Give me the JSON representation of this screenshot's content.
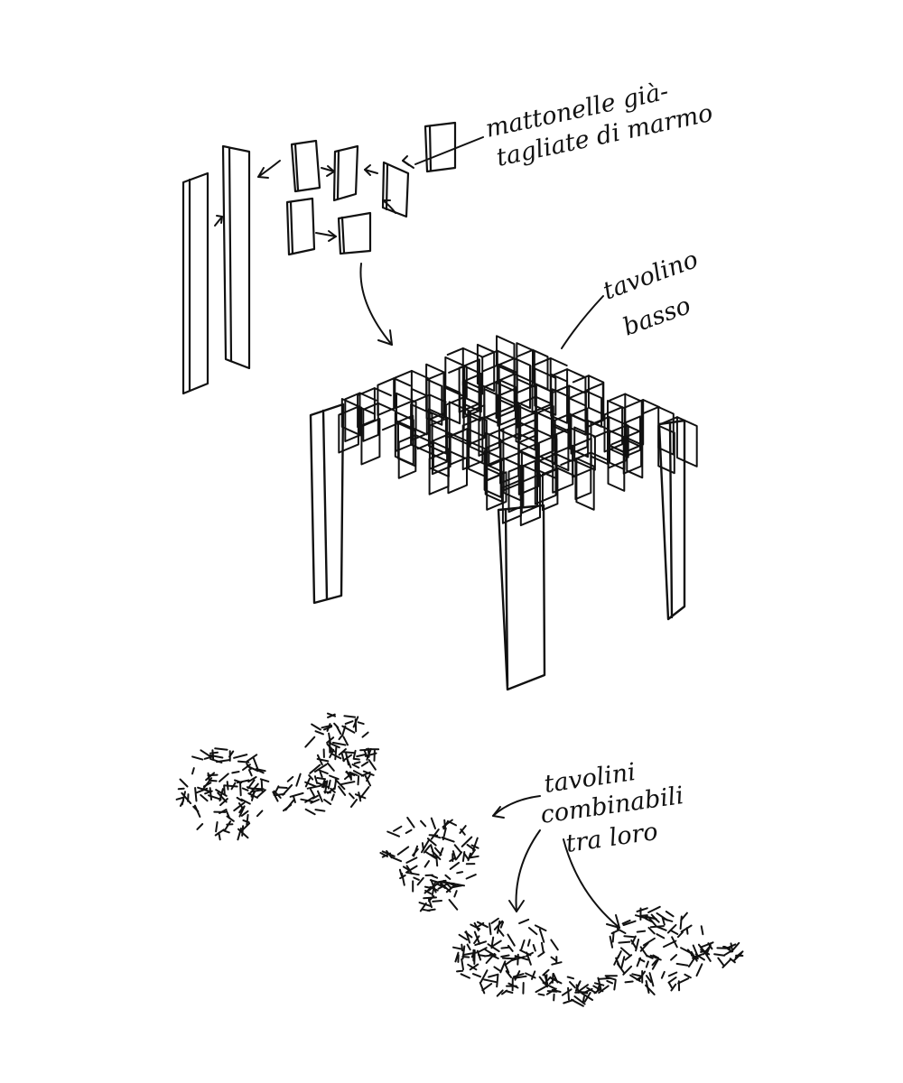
{
  "annotations": {
    "tiles_line1": "mattonelle già-",
    "tiles_line2": "tagliate di marmo",
    "table_line1": "tavolino",
    "table_line2": "basso",
    "combo_line1": "tavolini",
    "combo_line2": "combinabili",
    "combo_line3": "tra loro"
  },
  "colors": {
    "ink": "#111111",
    "paper": "#ffffff"
  },
  "icons": [
    "arrow-icon"
  ]
}
